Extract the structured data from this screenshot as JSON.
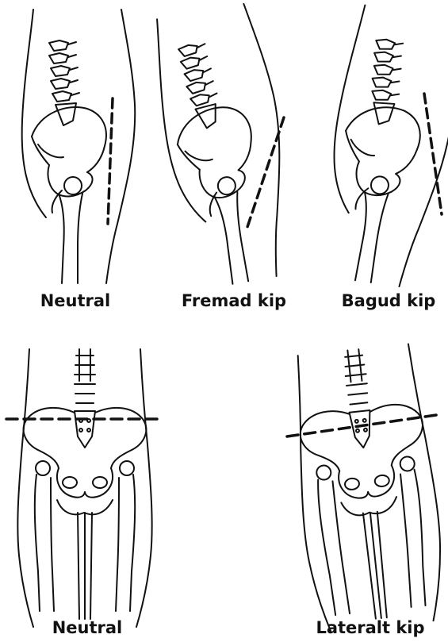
{
  "captions": {
    "side_neutral": "Neutral",
    "side_forward": "Fremad kip",
    "side_backward": "Bagud kip",
    "front_neutral": "Neutral",
    "front_lateral": "Lateralt kip"
  },
  "colors": {
    "ink": "#111111",
    "background": "#ffffff"
  }
}
